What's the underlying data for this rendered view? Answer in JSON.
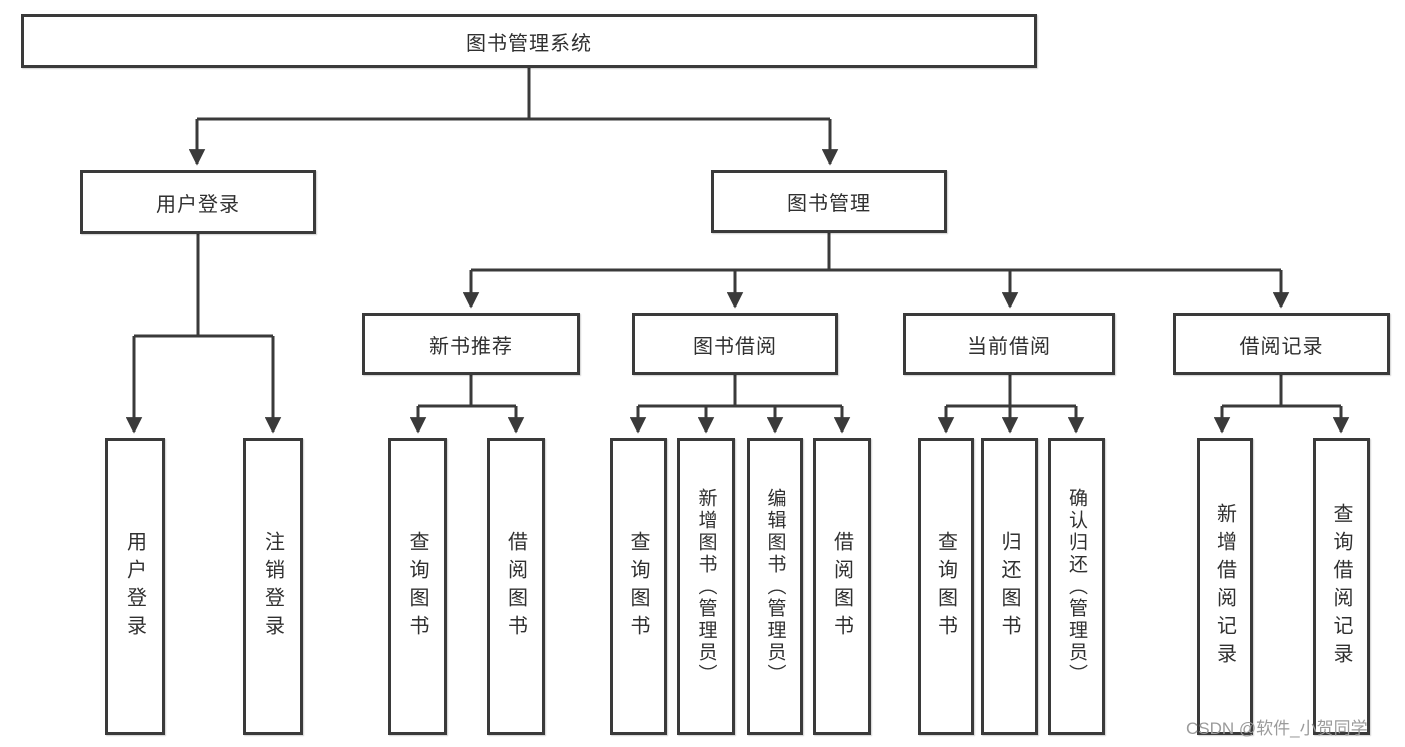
{
  "diagram_title": "图书管理系统",
  "tree": {
    "label": "图书管理系统",
    "children": [
      {
        "label": "用户登录",
        "children": [
          {
            "label": "用户登录"
          },
          {
            "label": "注销登录"
          }
        ]
      },
      {
        "label": "图书管理",
        "children": [
          {
            "label": "新书推荐",
            "children": [
              {
                "label": "查询图书"
              },
              {
                "label": "借阅图书"
              }
            ]
          },
          {
            "label": "图书借阅",
            "children": [
              {
                "label": "查询图书"
              },
              {
                "label": "新增图书（管理员）"
              },
              {
                "label": "编辑图书（管理员）"
              },
              {
                "label": "借阅图书"
              }
            ]
          },
          {
            "label": "当前借阅",
            "children": [
              {
                "label": "查询图书"
              },
              {
                "label": "归还图书"
              },
              {
                "label": "确认归还（管理员）"
              }
            ]
          },
          {
            "label": "借阅记录",
            "children": [
              {
                "label": "新增借阅记录"
              },
              {
                "label": "查询借阅记录"
              }
            ]
          }
        ]
      }
    ]
  },
  "watermark": "CSDN @软件_小贺同学",
  "colors": {
    "line": "#3a3a3a",
    "box_border": "#3a3a3a",
    "box_background": "#ffffff",
    "text": "#303030",
    "watermark_text": "#9b9b9b"
  }
}
